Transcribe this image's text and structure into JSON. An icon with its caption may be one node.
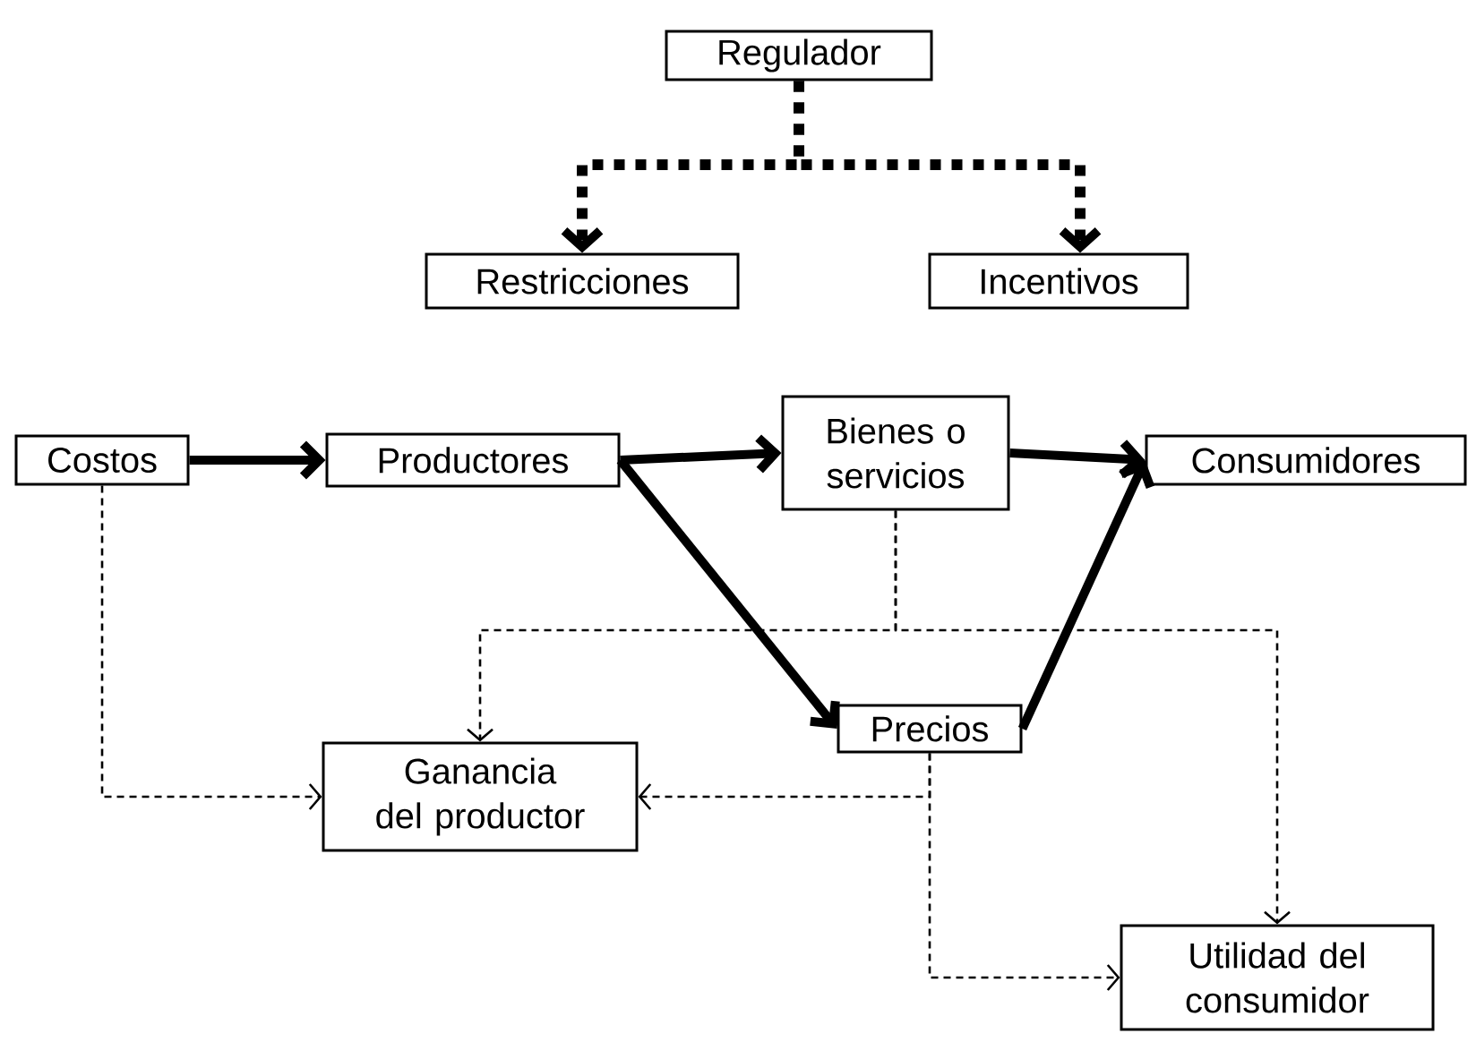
{
  "diagram": {
    "nodes": [
      {
        "text": [
          "Regulador"
        ]
      },
      {
        "text": [
          "Restricciones"
        ]
      },
      {
        "text": [
          "Incentivos"
        ]
      },
      {
        "text": [
          "Costos"
        ]
      },
      {
        "text": [
          "Productores"
        ]
      },
      {
        "text": [
          "Bienes o servicios"
        ]
      },
      {
        "text": [
          "Consumidores"
        ]
      },
      {
        "text": [
          "Precios"
        ]
      },
      {
        "text": [
          "Ganancia del productor"
        ]
      },
      {
        "text": [
          "Utilidad del consumidor"
        ]
      }
    ],
    "edges": [
      {
        "from": 0,
        "to": 1,
        "arrow": "to",
        "style": "dashed"
      },
      {
        "from": 0,
        "to": 2,
        "arrow": "to",
        "style": "dashed"
      },
      {
        "from": 3,
        "to": 4,
        "arrow": "to"
      },
      {
        "from": 4,
        "to": 5,
        "arrow": "to"
      },
      {
        "from": 4,
        "to": 7,
        "arrow": "to"
      },
      {
        "from": 5,
        "to": 6,
        "arrow": "to"
      },
      {
        "from": 7,
        "to": 6,
        "arrow": "to"
      },
      {
        "from": 3,
        "to": 8,
        "arrow": "to",
        "style": "dashed"
      },
      {
        "from": 5,
        "to": 8,
        "arrow": "to",
        "style": "dashed"
      },
      {
        "from": 5,
        "to": 9,
        "arrow": "to",
        "style": "dashed"
      },
      {
        "from": 7,
        "to": 8,
        "arrow": "to",
        "style": "dashed"
      },
      {
        "from": 7,
        "to": 9,
        "arrow": "to",
        "style": "dashed"
      }
    ]
  }
}
